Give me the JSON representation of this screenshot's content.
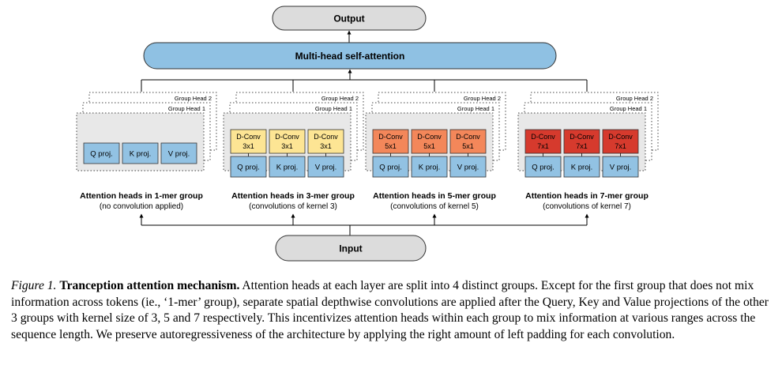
{
  "diagram": {
    "output_label": "Output",
    "attention_label": "Multi-head self-attention",
    "input_label": "Input",
    "group_head_2": "Group Head 2",
    "group_head_1": "Group Head 1",
    "proj_labels": [
      "Q proj.",
      "K proj.",
      "V proj."
    ],
    "groups": [
      {
        "title": "Attention heads in 1-mer group",
        "subtitle": "(no convolution applied)",
        "conv_labels": [],
        "conv_color": ""
      },
      {
        "title": "Attention heads in 3-mer group",
        "subtitle": "(convolutions of kernel 3)",
        "conv_labels": [
          "D-Conv",
          "3x1"
        ],
        "conv_color": "#fde594"
      },
      {
        "title": "Attention heads in 5-mer group",
        "subtitle": "(convolutions of kernel 5)",
        "conv_labels": [
          "D-Conv",
          "5x1"
        ],
        "conv_color": "#f3875a"
      },
      {
        "title": "Attention heads in 7-mer group",
        "subtitle": "(convolutions of kernel 7)",
        "conv_labels": [
          "D-Conv",
          "7x1"
        ],
        "conv_color": "#d63a2d"
      }
    ],
    "colors": {
      "pill_gray": "#dcdcdc",
      "attention_blue": "#8fc1e3",
      "proj_blue": "#92c2e3",
      "panel_gray": "#e8e8e8"
    }
  },
  "caption": {
    "label": "Figure 1.",
    "title": "Tranception attention mechanism.",
    "body": "Attention heads at each layer are split into 4 distinct groups. Except for the first group that does not mix information across tokens (ie., ‘1-mer’ group), separate spatial depthwise convolutions are applied after the Query, Key and Value projections of the other 3 groups with kernel size of 3, 5 and 7 respectively. This incentivizes attention heads within each group to mix information at various ranges across the sequence length. We preserve autoregressiveness of the architecture by applying the right amount of left padding for each convolution."
  }
}
